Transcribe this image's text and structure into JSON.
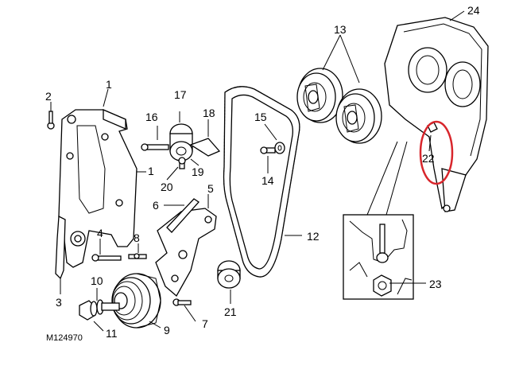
{
  "diagram": {
    "reference_code": "M124970",
    "highlight_color": "#d8262c",
    "line_color": "#000000",
    "background": "#ffffff",
    "callouts": {
      "c1a": "1",
      "c1b": "1",
      "c2": "2",
      "c3": "3",
      "c4": "4",
      "c5": "5",
      "c6": "6",
      "c7": "7",
      "c8": "8",
      "c9": "9",
      "c10": "10",
      "c11": "11",
      "c12": "12",
      "c13": "13",
      "c14": "14",
      "c15": "15",
      "c16": "16",
      "c17": "17",
      "c18": "18",
      "c19": "19",
      "c20": "20",
      "c21": "21",
      "c22": "22",
      "c23": "23",
      "c24": "24"
    }
  }
}
